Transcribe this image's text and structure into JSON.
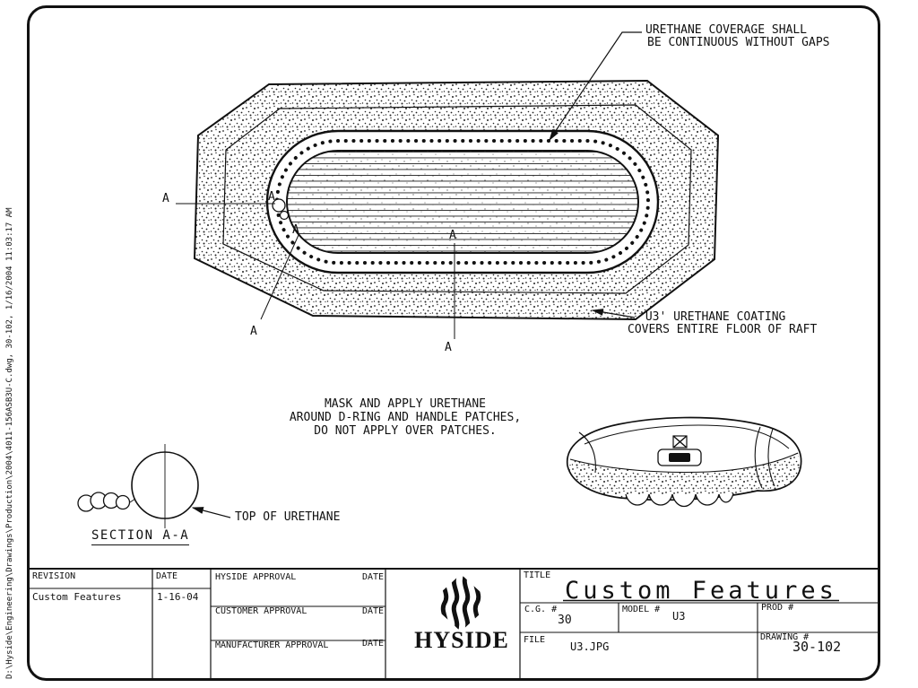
{
  "sidebar": {
    "filepath": "D:\\Hyside\\Engineering\\Drawings\\Production\\2004\\4011-156ASB3U-C.dwg, 30-102, 1/16/2004 11:03:17 AM"
  },
  "drawing": {
    "coverage_note": {
      "line1": "URETHANE COVERAGE SHALL",
      "line2": "BE CONTINUOUS WITHOUT GAPS"
    },
    "coating_note": {
      "line1": "'U3' URETHANE COATING",
      "line2": "COVERS ENTIRE FLOOR OF RAFT"
    },
    "mask_note": {
      "line1": "MASK AND APPLY URETHANE",
      "line2": "AROUND D-RING AND HANDLE PATCHES,",
      "line3": "DO NOT APPLY OVER PATCHES."
    },
    "top_of_urethane_label": "TOP OF URETHANE",
    "section_label": "SECTION A-A",
    "section_marker": "A"
  },
  "title_block": {
    "revision": {
      "label": "REVISION",
      "value": "Custom Features"
    },
    "revision_date": {
      "label": "DATE",
      "value": "1-16-04"
    },
    "approvals": [
      {
        "label": "HYSIDE APPROVAL",
        "date_label": "DATE"
      },
      {
        "label": "CUSTOMER APPROVAL",
        "date_label": "DATE"
      },
      {
        "label": "MANUFACTURER APPROVAL",
        "date_label": "DATE"
      }
    ],
    "company": "HYSIDE",
    "title": {
      "label": "TITLE",
      "value": "Custom Features"
    },
    "cg": {
      "label": "C.G. #",
      "value": "30"
    },
    "model": {
      "label": "MODEL #",
      "value": "U3"
    },
    "prod": {
      "label": "PROD #",
      "value": ""
    },
    "file": {
      "label": "FILE",
      "value": "U3.JPG"
    },
    "drawing_no": {
      "label": "DRAWING #",
      "value": "30-102"
    }
  }
}
